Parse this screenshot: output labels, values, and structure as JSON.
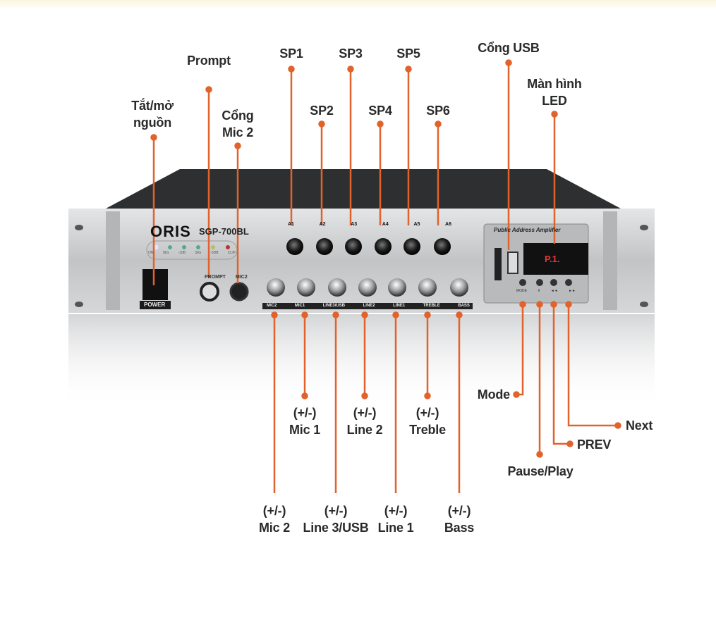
{
  "product": {
    "brand": "ORIS",
    "model": "SGP-700BL",
    "display_panel_title": "Public Address Amplifier",
    "display_readout": "P.1.",
    "power_label": "POWER",
    "prompt_label": "PROMPT",
    "mic2_port_label": "MIC2",
    "led_labels": [
      "ON",
      "SIG",
      "-10B",
      "SIG",
      "-3DB",
      "CLIP"
    ],
    "speaker_zone_labels": [
      "A1",
      "A2",
      "A3",
      "A4",
      "A5",
      "A6"
    ],
    "knob_labels": [
      "MIC2",
      "MIC1",
      "LINE3/USB",
      "LINE2",
      "LINE1",
      "TREBLE",
      "BASS"
    ],
    "player_button_labels": [
      "MODE",
      "II",
      "◄◄",
      "►►"
    ]
  },
  "callouts": {
    "power": [
      "Tắt/mở",
      "nguồn"
    ],
    "prompt": "Prompt",
    "mic2_port": [
      "Cổng",
      "Mic 2"
    ],
    "sp1": "SP1",
    "sp2": "SP2",
    "sp3": "SP3",
    "sp4": "SP4",
    "sp5": "SP5",
    "sp6": "SP6",
    "usb": "Cổng USB",
    "led": [
      "Màn hình",
      "LED"
    ],
    "mic2": [
      "(+/-)",
      "Mic 2"
    ],
    "mic1": [
      "(+/-)",
      "Mic 1"
    ],
    "line3": [
      "(+/-)",
      "Line 3/USB"
    ],
    "line2": [
      "(+/-)",
      "Line 2"
    ],
    "line1": [
      "(+/-)",
      "Line 1"
    ],
    "treble": [
      "(+/-)",
      "Treble"
    ],
    "bass": [
      "(+/-)",
      "Bass"
    ],
    "mode": "Mode",
    "pause_play": "Pause/Play",
    "prev": "PREV",
    "next": "Next"
  },
  "colors": {
    "accent": "#e2622b",
    "text": "#2a2a2a",
    "panel": "#c9cacc"
  }
}
